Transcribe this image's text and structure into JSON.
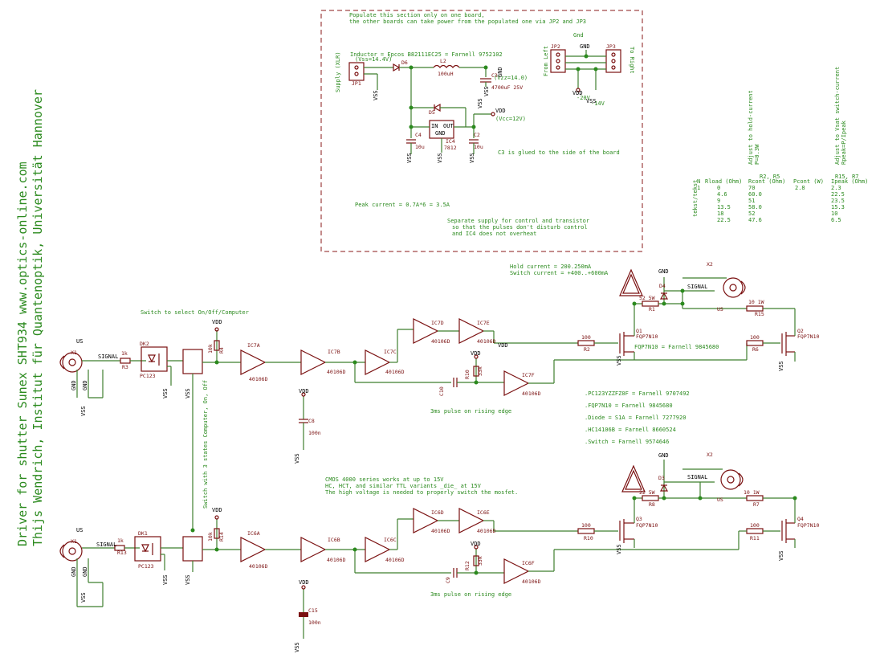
{
  "side_title": [
    "Driver for shutter Sunex SHT934 www.optics-online.com",
    "Thijs Wendrich, Institut für Quantenoptik, Universität Hannover"
  ],
  "power_box": {
    "note": [
      "Populate this section only on one board,",
      "the other boards can take power from the populated one via JP2 and JP3"
    ],
    "inductor": "Inductor = Epcos B82111EC25 = Farnell 9752102",
    "supply": "Supply (XLR)",
    "vss_14": "(Vss=14.4V)",
    "jp1": "JP1",
    "d6": "D6",
    "l2": "L2",
    "l2_val": "100uH",
    "c3": "C3",
    "c3_val": "4700uF 25V",
    "vzz14": "(Vzz=14.0)",
    "d5": "D5",
    "ic4_in": "IN",
    "ic4_out": "OUT",
    "ic4_gnd": "GND",
    "ic4": "IC4",
    "ic4_val": "7812",
    "c4": "C4",
    "c4_val": "10u",
    "c2": "C2",
    "c2_val": "10u",
    "vdd12": "(Vcc=12V)",
    "c3_note": "C3 is glued to the side of the board",
    "peak": "Peak current = 0.7A*6 = 3.5A",
    "separate": [
      "Separate supply for control and transistor",
      "so that the pulses don't disturb control",
      "and IC4 does not overheat"
    ],
    "gnd": "Gnd",
    "from_left": "From Left",
    "to_right": "To Right",
    "jp2": "JP2",
    "jp3": "JP3",
    "v20": "-20V",
    "v14": "-14V"
  },
  "table": {
    "headers": [
      "N",
      "Rload (Ohm)",
      "Rcont (Ohm)",
      "Pcont (W)",
      "Ipeak (Ohm)"
    ],
    "side_label": "tekst/tekst",
    "adjust_hold": [
      "Adjust to hold-current",
      "P=0.3W"
    ],
    "adjust_switch": [
      "Adjust to Vsat switch-current",
      "Rpeak=P/Ipeak"
    ],
    "r5": "R2, R5",
    "r7": "R15, R7",
    "pcont_v": "2.8",
    "rows": [
      [
        "1",
        "0",
        "70",
        "",
        "2.3"
      ],
      [
        "",
        "4.6",
        "60.0",
        "",
        "22.5"
      ],
      [
        "",
        "9",
        "51",
        "",
        "23.5"
      ],
      [
        "",
        "13.5",
        "58.0",
        "",
        "15.3"
      ],
      [
        "",
        "18",
        "52",
        "",
        "10"
      ],
      [
        "",
        "22.5",
        "47.6",
        "",
        "6.5"
      ]
    ]
  },
  "top": {
    "hold": "Hold current = 200.250mA",
    "switchc": "Switch current = +400..+600mA",
    "sel": "Switch to select On/Off/Computer",
    "sw_rot": "Switch with 3 states Computer, On, Off",
    "pulse": "3ms pulse on rising edge",
    "fqp_note": "FQP7N10 = Farnell 9845680",
    "x1": "X1",
    "x2": "X2",
    "r3": "R3",
    "r3v": "1k",
    "dk2": "DK2",
    "pc123": "PC123",
    "r4": "R4",
    "r4v": "10k",
    "ic7a": "IC7A",
    "ic7b": "IC7B",
    "ic7c": "IC7C",
    "ic7d": "IC7D",
    "ic7e": "IC7E",
    "ic7f": "IC7F",
    "ic4010": "40106D",
    "r2": "R2",
    "r2v": "100",
    "r6": "R6",
    "r6v": "100",
    "r10": "R10",
    "r10v": "33k",
    "c10": "C10",
    "q1": "Q1",
    "q2": "Q2",
    "fqp": "FQP7N10",
    "r1": "R1",
    "r1v": "52 5W",
    "r15": "R15",
    "r15v": "10 1W",
    "d4": "D4",
    "c8": "C8",
    "c8v": "100n",
    "us": "US",
    "signal": "SIGNAL",
    "vdd": "VDD",
    "vss": "VSS",
    "gnd": "GND"
  },
  "parts": {
    "pc123": ".PC123YZZFZ0F = Farnell 9707492",
    "fqp": ".FQP7N10 = Farnell 9845680",
    "diode": ".Diode = S1A = Farnell 7277920",
    "hc": ".HC14106B = Farnell 8660524",
    "switch": ".Switch = Farnell 9574646"
  },
  "bottom": {
    "cmos": [
      "CMOS 4000 series works at up to 15V",
      "HC, HCT, and similar TTL variants _die_ at 15V",
      "The high voltage is needed to properly switch the mosfet."
    ],
    "pulse": "3ms pulse on rising edge",
    "r13": "R13",
    "r13v": "1k",
    "dk1": "DK1",
    "pc123": "PC123",
    "r14": "R14",
    "r14v": "10k",
    "ic6a": "IC6A",
    "ic6b": "IC6B",
    "ic6c": "IC6C",
    "ic6d": "IC6D",
    "ic6e": "IC6E",
    "ic6f": "IC6F",
    "ic4010": "40106D",
    "r10b": "R10",
    "r10bv": "100",
    "r11": "R11",
    "r11v": "100",
    "r12": "R12",
    "r12v": "33k",
    "c9": "C9",
    "q3": "Q3",
    "q4": "Q4",
    "fqp": "FQP7N10",
    "r8": "R8",
    "r8v": "22 5W",
    "r7": "R7",
    "r7v": "10 1W",
    "d3": "D3",
    "c15": "C15",
    "c15v": "100n",
    "vdd": "VDD",
    "vss": "VSS",
    "gnd": "GND",
    "signal": "SIGNAL"
  }
}
